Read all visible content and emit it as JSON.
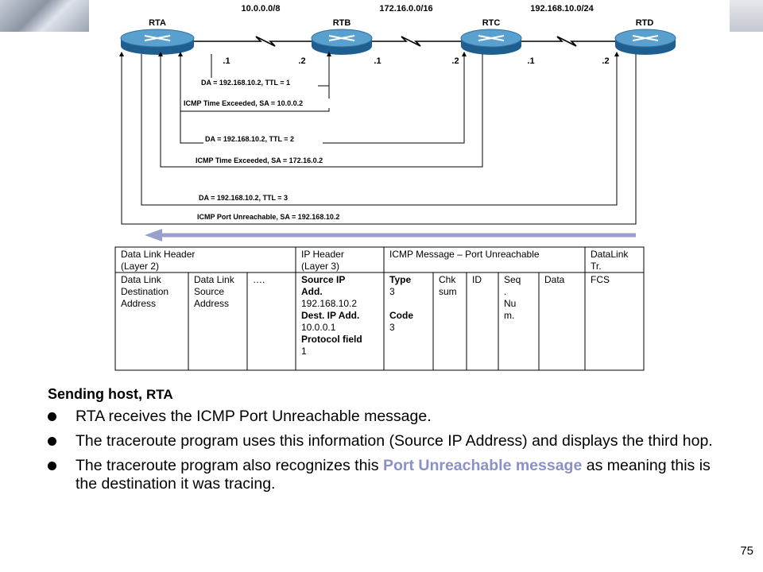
{
  "networks": [
    {
      "label": "10.0.0.0/8"
    },
    {
      "label": "172.16.0.0/16"
    },
    {
      "label": "192.168.10.0/24"
    }
  ],
  "routers": [
    {
      "label": "RTA"
    },
    {
      "label": "RTB"
    },
    {
      "label": "RTC"
    },
    {
      "label": "RTD"
    }
  ],
  "interfaces": [
    ".1",
    ".2",
    ".1",
    ".2",
    ".1",
    ".2"
  ],
  "flows": [
    {
      "label": "DA = 192.168.10.2,   TTL = 1"
    },
    {
      "label": "ICMP Time Exceeded, SA =  10.0.0.2"
    },
    {
      "label": "DA = 192.168.10.2,   TTL = 2"
    },
    {
      "label": "ICMP Time Exceeded, SA =  172.16.0.2"
    },
    {
      "label": "DA = 192.168.10.2,   TTL = 3"
    },
    {
      "label": "ICMP Port Unreachable, SA =  192.168.10.2"
    }
  ],
  "packet": {
    "headers": [
      [
        "Data Link Header",
        "(Layer 2)"
      ],
      [
        "IP Header",
        "(Layer 3)"
      ],
      [
        "ICMP Message – Port Unreachable"
      ],
      [
        "DataLink",
        "Tr."
      ]
    ],
    "cells": [
      [
        "Data Link",
        "Destination",
        "Address"
      ],
      [
        "Data Link",
        "Source",
        "Address"
      ],
      [
        "…."
      ],
      [
        "Source IP",
        "Add.",
        "192.168.10.2",
        "Dest. IP Add.",
        "10.0.0.1",
        "Protocol field",
        "1"
      ],
      [
        "Type",
        "3",
        "Code",
        "3"
      ],
      [
        "Chk",
        "sum"
      ],
      [
        "ID"
      ],
      [
        "Seq",
        ".",
        "Nu",
        "m."
      ],
      [
        "Data"
      ],
      [
        "FCS"
      ]
    ]
  },
  "text": {
    "heading": "Sending host,",
    "heading_host": "RTA",
    "bullet1": "RTA receives the ICMP Port Unreachable message.",
    "bullet2": "The traceroute program uses this information (Source IP Address) and displays the third hop.",
    "bullet3_pre": "The traceroute program also recognizes this",
    "bullet3_highlight": "Port Unreachable message",
    "bullet3_post": "as meaning this is the destination it was tracing."
  },
  "page_number": "75",
  "colors": {
    "router_body": "#2f6fa0",
    "router_top": "#5aa0cf",
    "highlight": "#8a91c8",
    "direction_arrow": "#9a9fd0"
  }
}
